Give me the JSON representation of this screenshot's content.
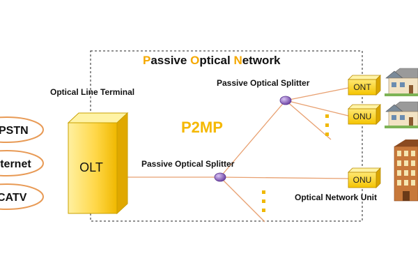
{
  "title": {
    "parts": [
      {
        "text": "P",
        "accent": true
      },
      {
        "text": "assive ",
        "accent": false
      },
      {
        "text": "O",
        "accent": true
      },
      {
        "text": "ptical ",
        "accent": false
      },
      {
        "text": "N",
        "accent": true
      },
      {
        "text": "etwork",
        "accent": false
      }
    ]
  },
  "olt": {
    "label": "OLT",
    "caption": "Optical Line Terminal"
  },
  "mode_label": "P2MP",
  "services": [
    "PSTN",
    "Internet",
    "CATV"
  ],
  "splitters": {
    "main_caption": "Passive Optical Splitter",
    "secondary_caption": "Passive Optical Splitter"
  },
  "terminals": [
    {
      "label": "ONT",
      "icon": "house-icon"
    },
    {
      "label": "ONU",
      "icon": "house-icon"
    },
    {
      "label": "ONU",
      "icon": "building-icon"
    }
  ],
  "onu_caption": "Optical Network Unit",
  "colors": {
    "accent": "#f5a800",
    "olt_fill": "#ffd84a",
    "fiber": "#e8a070",
    "service_oval": "#e89a55",
    "splitter": "#8a5fc0",
    "dots": "#f0b800"
  }
}
